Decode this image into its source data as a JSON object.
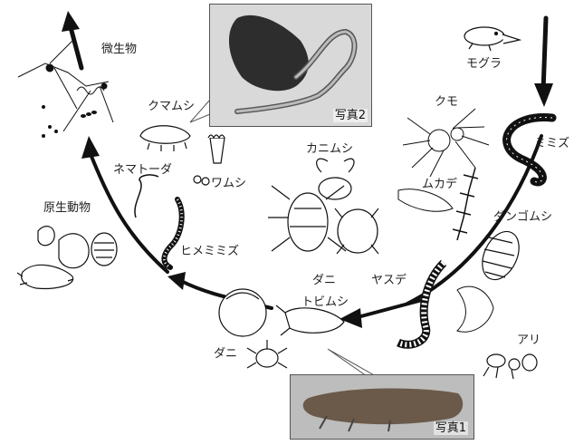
{
  "labels": {
    "microbe": "微生物",
    "mole": "モグラ",
    "spider": "クモ",
    "earthworm": "ミミズ",
    "tardigrade": "クマムシ",
    "crab_mite": "カニムシ",
    "centipede": "ムカデ",
    "nematode": "ネマトーダ",
    "rotifer": "ワムシ",
    "pill_bug": "ダンゴムシ",
    "protozoa": "原生動物",
    "enchytraeid": "ヒメミミズ",
    "mite_center": "ダニ",
    "millipede": "ヤスデ",
    "springtail": "トビムシ",
    "ant": "アリ",
    "mite_bottom": "ダニ"
  },
  "photos": {
    "photo2_caption": "写真2",
    "photo1_caption": "写真1"
  },
  "colors": {
    "ink": "#111111",
    "photo2_bg": "#d9d9d9",
    "photo1_bg": "#bdbdbd"
  }
}
